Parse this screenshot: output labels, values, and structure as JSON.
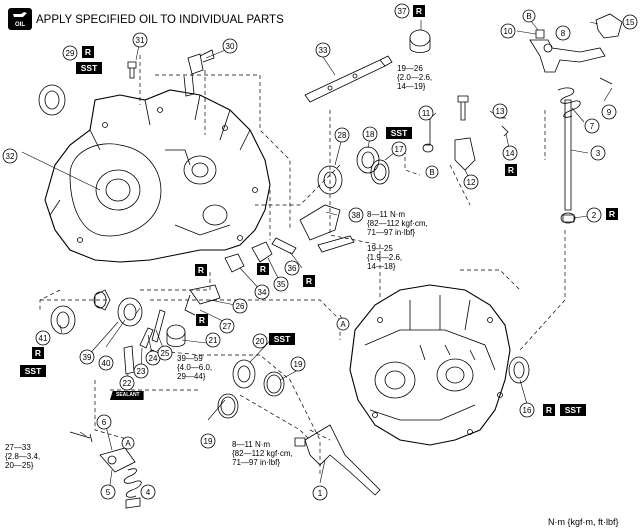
{
  "title": "APPLY SPECIFIED OIL TO INDIVIDUAL PARTS",
  "oil_icon_label": "OIL",
  "unit_note": "N·m {kgf·m, ft·lbf}",
  "tags": {
    "r": "R",
    "sst": "SST",
    "sealant": "SEALANT"
  },
  "callouts": [
    "1",
    "2",
    "3",
    "4",
    "5",
    "6",
    "7",
    "8",
    "9",
    "10",
    "11",
    "12",
    "13",
    "14",
    "15",
    "16",
    "17",
    "18",
    "19",
    "20",
    "21",
    "22",
    "23",
    "24",
    "25",
    "26",
    "27",
    "28",
    "29",
    "30",
    "31",
    "32",
    "33",
    "34",
    "35",
    "36",
    "37",
    "38",
    "39",
    "40",
    "41"
  ],
  "ref_letters": {
    "a": "A",
    "b": "B"
  },
  "torque": {
    "t1": [
      "19—26",
      "{2.0—2.6,",
      "14—19}"
    ],
    "t2": [
      "8—11 N·m",
      "{82—112 kgf·cm,",
      "71—97 in·lbf}"
    ],
    "t3": [
      "19—25",
      "{1.9—2.6,",
      "14—18}"
    ],
    "t4": [
      "39—59",
      "{4.0—6.0,",
      "29—44}"
    ],
    "t5": [
      "27—33",
      "{2.8—3.4,",
      "20—25}"
    ],
    "t6": [
      "8—11 N·m",
      "{82—112 kgf·cm,",
      "71—97 in·lbf}"
    ]
  }
}
